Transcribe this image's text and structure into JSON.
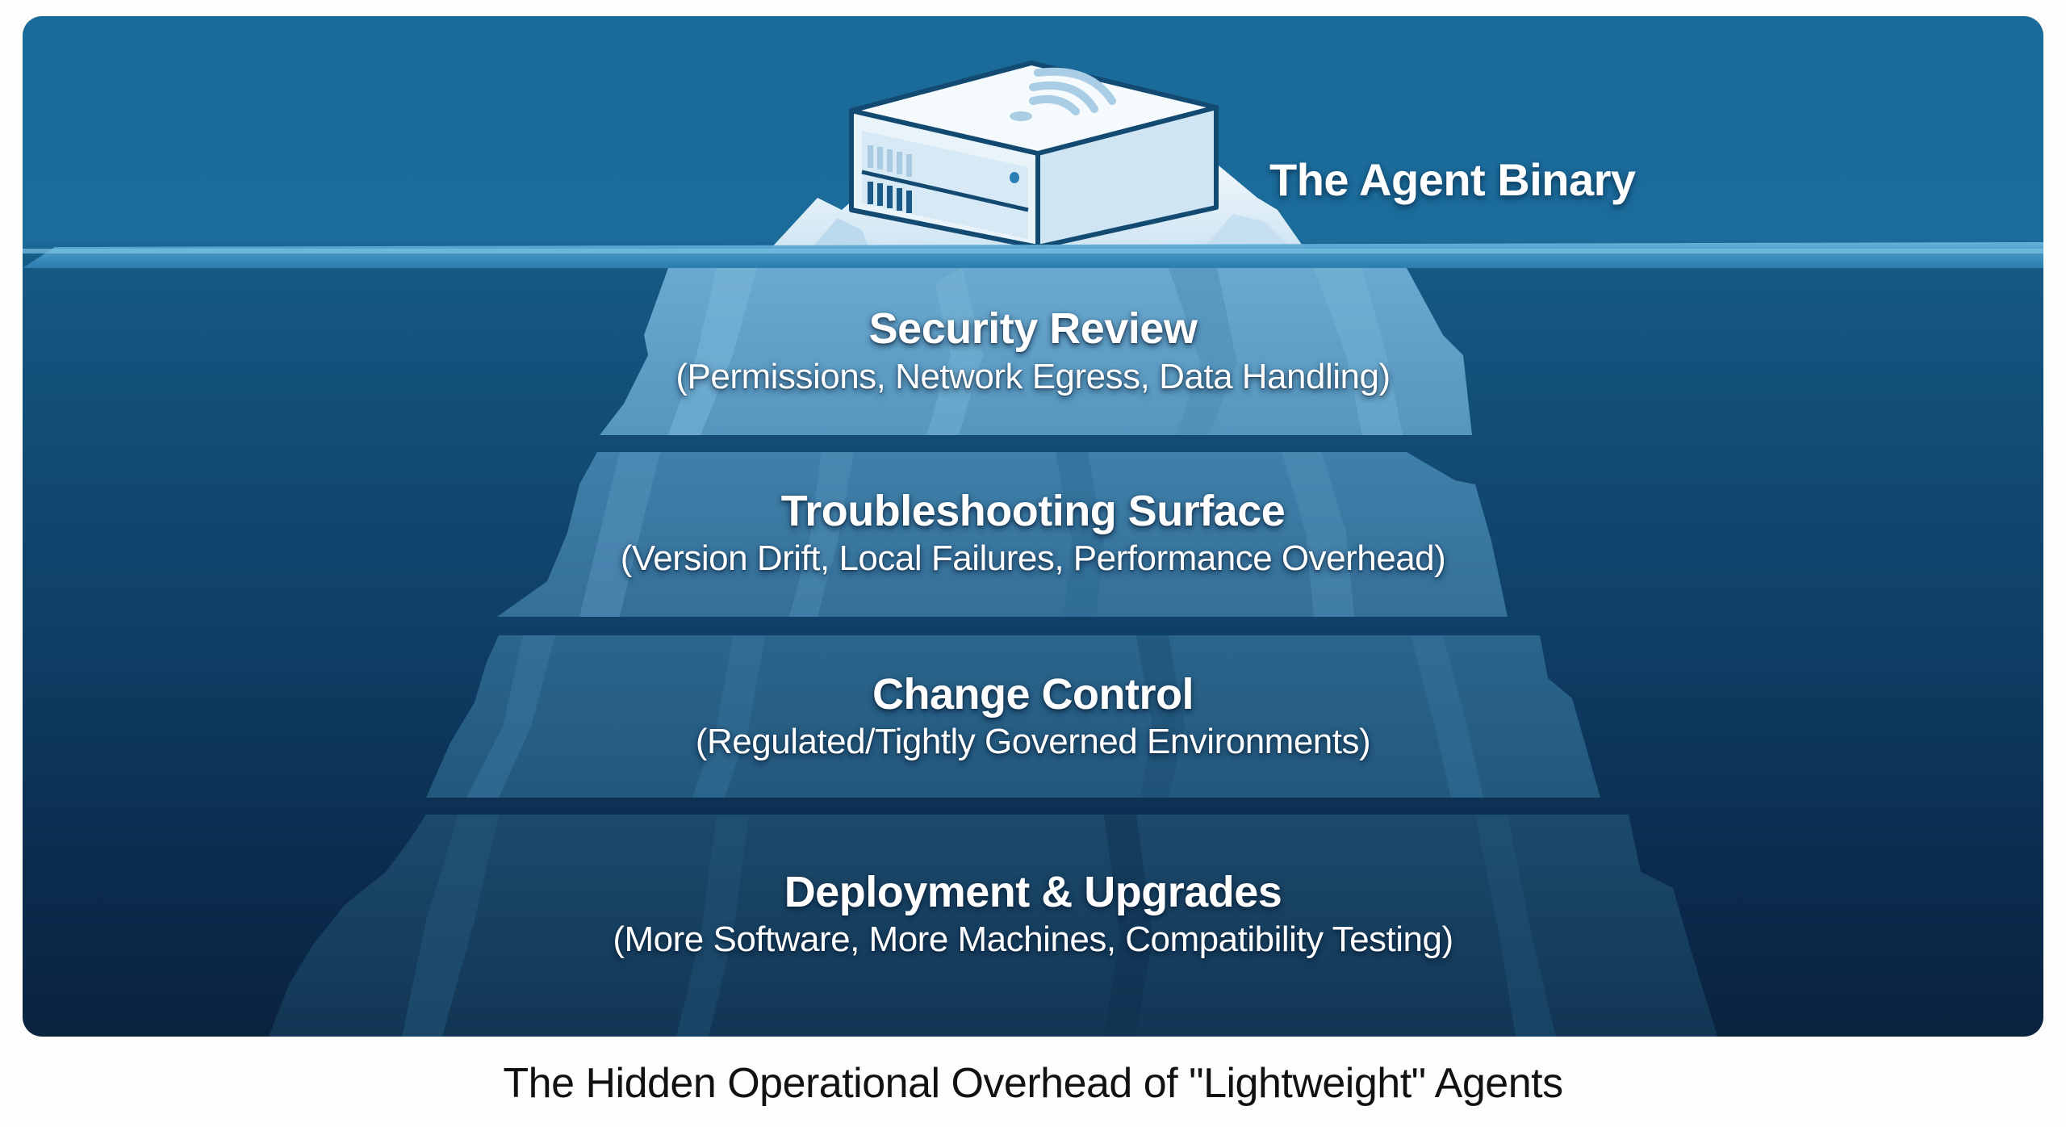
{
  "diagram": {
    "caption": "The Hidden Operational Overhead of \"Lightweight\" Agents",
    "above_water": {
      "label": "The Agent Binary",
      "icon": "server-box-icon"
    },
    "layers": [
      {
        "title": "Security Review",
        "subtitle": "(Permissions, Network Egress, Data Handling)"
      },
      {
        "title": "Troubleshooting Surface",
        "subtitle": "(Version Drift, Local Failures, Performance Overhead)"
      },
      {
        "title": "Change Control",
        "subtitle": "(Regulated/Tightly Governed Environments)"
      },
      {
        "title": "Deployment & Upgrades",
        "subtitle": "(More Software, More Machines, Compatibility Testing)"
      }
    ],
    "colors": {
      "sky_water": "#1a6a9a",
      "waterline": "#5aaad6",
      "deep_water": "#0a233f",
      "ice_tip": "#e4f1fa",
      "layer_1": "#5a9fc6",
      "layer_2": "#3d7ea8",
      "layer_3": "#2a6389",
      "layer_4": "#17405f",
      "text": "#ffffff",
      "caption_text": "#111111"
    }
  }
}
